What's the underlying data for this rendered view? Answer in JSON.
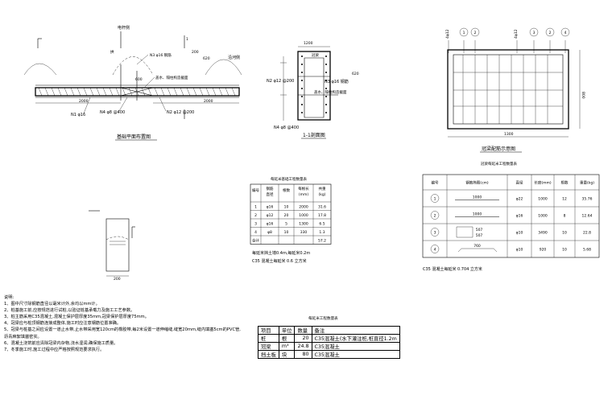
{
  "drawing1": {
    "label_top": "电杆侧",
    "label_gong": "拱",
    "label_right": "沿河侧",
    "bar_n3": "N3 φ16 钢筋",
    "label_cover": "盖水、隔柱构造截面",
    "dim_200": "200",
    "dim_620": "620",
    "dim_600": "600",
    "label_n1": "N1 φ16",
    "label_n4": "N4 φ8 @400",
    "label_n2": "N2 φ12 @200",
    "dim_2000_left": "2000",
    "dim_2000_right": "2000",
    "section_mark": "1",
    "title": "基础平面布置图"
  },
  "drawing2": {
    "dim_top": "1200",
    "label_n2": "N2 φ12 @200",
    "label_guanshui": "冠梁",
    "label_n3": "N3 φ16 钢筋",
    "label_cover": "盖水、隔柱构造截面",
    "label_n4": "N4 φ8 @400",
    "dim_620": "620",
    "title": "1-1剖面图"
  },
  "drawing3": {
    "callouts": [
      "4φ12",
      "1",
      "2",
      "4φ12",
      "3",
      "2",
      "4"
    ],
    "dim_right": "800",
    "dim_bottom": "1300",
    "title": "冠梁配筋示意图"
  },
  "pile_detail": {
    "dim": "200"
  },
  "table1": {
    "title": "每延米基础工程数量表",
    "headers": [
      "编号",
      "钢筋\n直径",
      "根数",
      "每根长\n(mm)",
      "共重\n(kg)"
    ],
    "rows": [
      [
        "1",
        "φ16",
        "10",
        "2000",
        "31.6"
      ],
      [
        "2",
        "φ12",
        "20",
        "1000",
        "17.8"
      ],
      [
        "3",
        "φ16",
        "5",
        "1300",
        "6.5"
      ],
      [
        "4",
        "φ8",
        "10",
        "330",
        "1.3"
      ],
      [
        "合计",
        "",
        "",
        "",
        "57.2"
      ]
    ],
    "note1": "每延米挡土墙0.4m,每延米0.2m",
    "note2": "C35 混凝土每延米 0.6 立方米"
  },
  "table2": {
    "title": "冠梁每延米工程数量表",
    "headers": [
      "编号",
      "钢筋简图(cm)",
      "直径",
      "长度(mm)",
      "根数",
      "重量(kg)"
    ],
    "rows": [
      [
        "1",
        "1000",
        "φ22",
        "1000",
        "12",
        "35.76"
      ],
      [
        "2",
        "1000",
        "φ16",
        "1000",
        "8",
        "12.64"
      ],
      [
        "3",
        "507 / 507",
        "φ10",
        "3490",
        "10",
        "22.8"
      ],
      [
        "4",
        "760",
        "φ10",
        "920",
        "10",
        "5.68"
      ]
    ],
    "note": "C35 混凝土每延米 0.704 立方米"
  },
  "notes": [
    "说明:",
    "1、图中尺寸除钢筋直径以毫米计外,余均以mm计。",
    "2、桩基施工前,应按规范进行试桩,以验证桩基承载力及施工工艺参数。",
    "3、桩主筋采用C35混凝土,混凝土保护层厚度35mm,冠梁保护层厚度75mm。",
    "4、冠梁应与桩顶钢筋连接成整体,施工时应注意钢筋位置准确。",
    "5、冠梁与桩基之间应设置一道止水带,止水带采用宽120cm的橡胶带,每2米设置一道伸缩缝,缝宽20mm,缝内填塞5cm的PVC管,",
    "   沥青麻絮填塞密实。",
    "6、混凝土浇筑前应清除冠梁内杂物,浇水湿润,确保施工质量。",
    "7、冬季施工时,施工过程中应严格按照规范要求执行。"
  ],
  "table3": {
    "title": "每延米工程数量表",
    "rows": [
      [
        "项目",
        "单位",
        "数量",
        "备注"
      ],
      [
        "桩",
        "根",
        "20",
        "C35混凝土(水下灌注桩,桩直径1.2m"
      ],
      [
        "冠梁",
        "m³",
        "24.8",
        "C35混凝土"
      ],
      [
        "挡土板",
        "块",
        "80",
        "C35混凝土"
      ]
    ]
  }
}
